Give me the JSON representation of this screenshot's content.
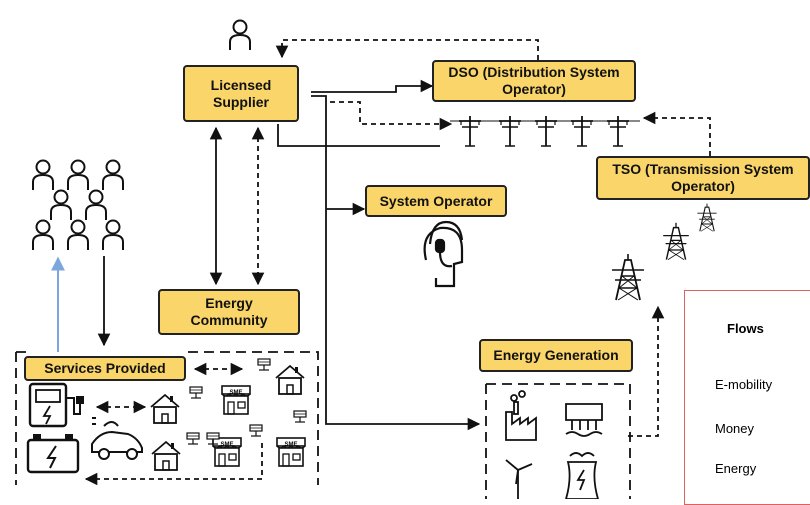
{
  "nodes": {
    "licensed_supplier": "Licensed\nSupplier",
    "dso": "DSO (Distribution System\nOperator)",
    "tso": "TSO (Transmission System\nOperator)",
    "system_operator": "System Operator",
    "energy_community": "Energy\nCommunity",
    "services_provided": "Services Provided",
    "energy_generation": "Energy Generation"
  },
  "icon_labels": {
    "sme": "SME"
  },
  "legend": {
    "title": "Flows",
    "items": [
      {
        "label": "E-mobility",
        "color": "#7BA7DD",
        "style": "solid"
      },
      {
        "label": "Money",
        "color": "#111111",
        "style": "solid"
      },
      {
        "label": "Energy",
        "color": "#111111",
        "style": "dashed"
      }
    ]
  },
  "colors": {
    "box_fill": "#F9D56A",
    "box_border": "#222222",
    "emobility": "#7BA7DD",
    "legend_border": "#E06060"
  }
}
